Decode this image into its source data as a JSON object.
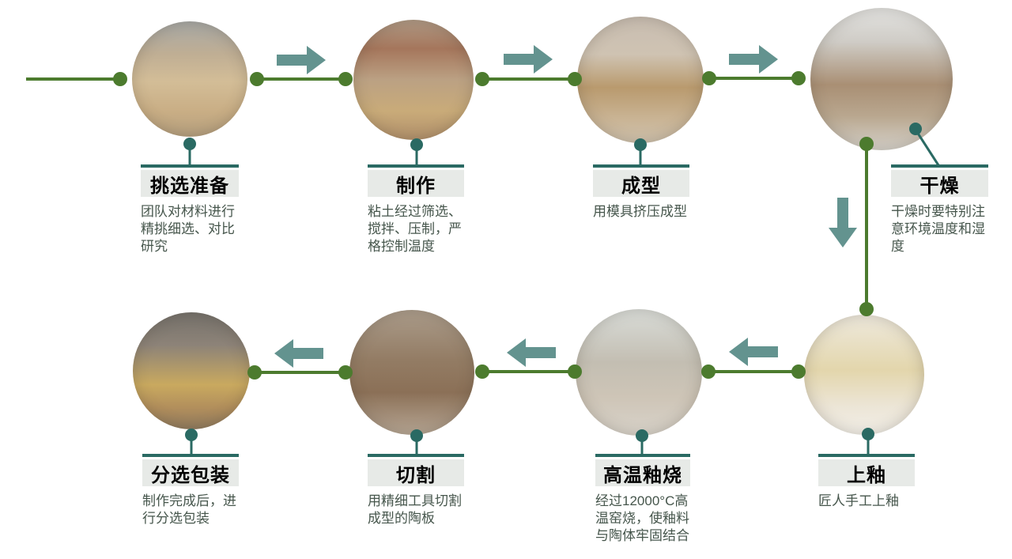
{
  "diagram": {
    "type": "process-flow",
    "rows": 2,
    "direction": "row1 left-to-right, down, row2 right-to-left"
  },
  "steps": [
    {
      "order": 1,
      "title": "挑选准备",
      "description": "团队对材料进行精挑细选、对比研究"
    },
    {
      "order": 2,
      "title": "制作",
      "description": "粘土经过筛选、搅拌、压制，严格控制温度"
    },
    {
      "order": 3,
      "title": "成型",
      "description": "用模具挤压成型"
    },
    {
      "order": 4,
      "title": "干燥",
      "description": "干燥时要特别注意环境温度和湿度"
    },
    {
      "order": 5,
      "title": "上釉",
      "description": "匠人手工上釉"
    },
    {
      "order": 6,
      "title": "高温釉烧",
      "description": "经过12000°C高温窑烧，使釉料与陶体牢固结合"
    },
    {
      "order": 7,
      "title": "切割",
      "description": "用精细工具切割成型的陶板"
    },
    {
      "order": 8,
      "title": "分选包装",
      "description": "制作完成后，进行分选包装"
    }
  ],
  "icons": {
    "arrow-right-icon": "▶ teal block arrow",
    "arrow-left-icon": "◀ teal block arrow",
    "arrow-down-icon": "▼ teal block arrow",
    "node-dot-icon": "● green circle node",
    "label-pin-icon": "● teal pin with stem"
  },
  "colors": {
    "flow_line_green": "#4c7b2e",
    "connector_teal": "#2a6a63",
    "arrow_teal": "#63938f",
    "title_box_bg": "#e7eae7",
    "title_text": "#000000",
    "description_text": "#46564c",
    "background": "#ffffff"
  }
}
